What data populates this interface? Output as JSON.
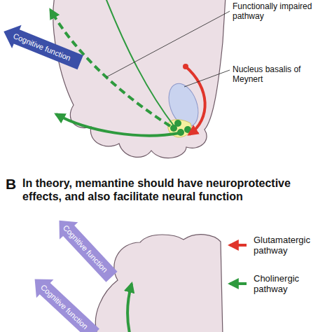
{
  "diagram": {
    "labels": [
      "Functionally impaired pathway",
      "Nucleus basalis of Meynert",
      "Cognitive function",
      "B",
      "In theory, memantine should have neuroprotective effects, and also facilitate neural function",
      "Cognitive function",
      "Cognitive function"
    ],
    "legend": [
      {
        "text": "Glutamatergic pathway"
      },
      {
        "text": "Cholinergic pathway"
      }
    ]
  }
}
